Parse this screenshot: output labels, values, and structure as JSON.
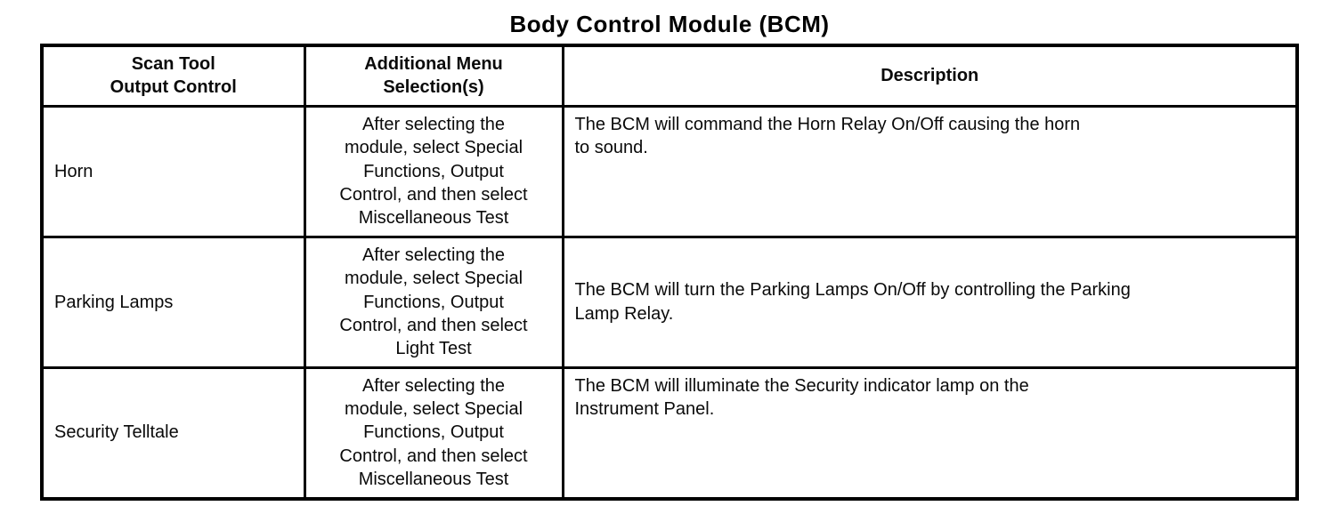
{
  "title": "Body Control Module (BCM)",
  "table": {
    "headers": [
      "Scan Tool\nOutput Control",
      "Additional Menu\nSelection(s)",
      "Description"
    ],
    "rows": [
      {
        "control": "Horn",
        "menu": "After selecting the\nmodule, select Special\nFunctions, Output\nControl, and then select\nMiscellaneous Test",
        "description": "The BCM will command the Horn Relay On/Off causing the horn\nto sound."
      },
      {
        "control": "Parking Lamps",
        "menu": "After selecting the\nmodule, select Special\nFunctions, Output\nControl, and then select\nLight Test",
        "description": "The BCM will turn the Parking Lamps On/Off by controlling the Parking\nLamp Relay."
      },
      {
        "control": "Security Telltale",
        "menu": "After selecting the\nmodule, select Special\nFunctions, Output\nControl, and then select\nMiscellaneous Test",
        "description": "The BCM will illuminate the Security indicator lamp on the\nInstrument Panel."
      }
    ]
  }
}
